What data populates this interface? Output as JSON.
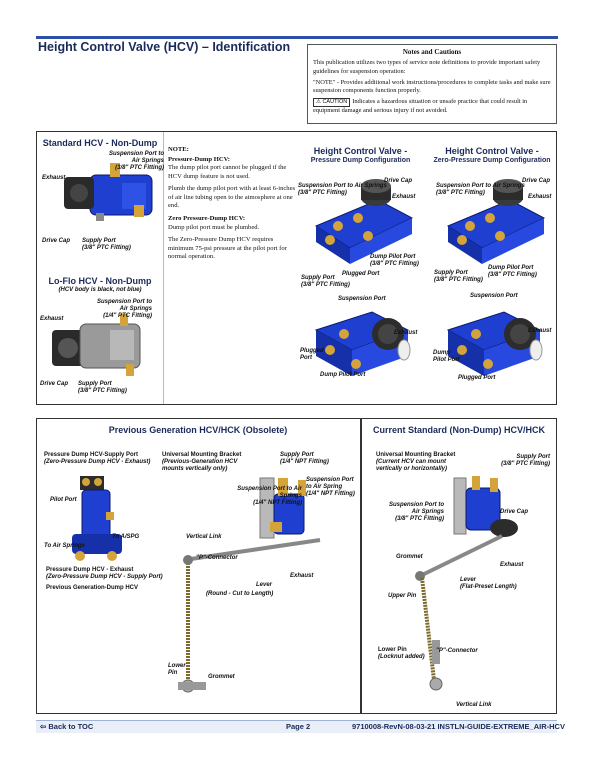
{
  "page_title": "Height Control Valve (HCV) – Identification",
  "notes": {
    "heading": "Notes and Cautions",
    "intro": "This publication utilizes two types of service note definitions to provide important safety guidelines for suspension operation:",
    "note_line": "\"NOTE\" - Provides additional work instructions/procedures to complete tasks and make sure suspension components function properly.",
    "caution_tag": "⚠ CAUTION",
    "caution_line": "Indicates a hazardous situation or unsafe practice that could result in equipment damage and serious injury if not avoided."
  },
  "standard_hcv": {
    "heading": "Standard HCV - Non-Dump",
    "exhaust": "Exhaust",
    "susp_port": "Suspension Port to Air Springs",
    "susp_fit": "(3/8\" PTC Fitting)",
    "drive_cap": "Drive Cap",
    "supply_port": "Supply Port",
    "supply_fit": "(3/8\" PTC Fitting)"
  },
  "lofio_hcv": {
    "heading": "Lo-Flo HCV - Non-Dump",
    "subheading": "(HCV body is black, not blue)",
    "exhaust": "Exhaust",
    "susp_port": "Suspension Port to Air Springs",
    "susp_fit": "(1/4\" PTC Fitting)",
    "drive_cap": "Drive Cap",
    "supply_port": "Supply Port",
    "supply_fit": "(3/8\" PTC Fitting)"
  },
  "note_block": {
    "label": "NOTE:",
    "p1_title": "Pressure-Dump HCV:",
    "p1_text": "The dump pilot port cannot be plugged if the HCV dump feature is not used.",
    "p2_text": "Plumb the dump pilot port with at least 6-inches of air line tubing open to the atmosphere at one end.",
    "p3_title": "Zero Pressure-Dump HCV:",
    "p3_text": "Dump pilot port must be plumbed.",
    "p4_text": "The Zero-Pressure Dump HCV requires minimum 75-psi pressure at the pilot port for normal operation."
  },
  "pressure_dump": {
    "heading": "Height Control Valve -",
    "subheading": "Pressure Dump Configuration",
    "susp_port": "Suspension Port to Air Springs",
    "susp_fit": "(3/8\" PTC Fitting)",
    "drive_cap": "Drive Cap",
    "exhaust": "Exhaust",
    "dump_pilot": "Dump Pilot Port",
    "dump_fit": "(3/8\" PTC Fitting)",
    "plugged_port": "Plugged Port",
    "supply_port": "Supply Port",
    "supply_fit": "(3/8\" PTC Fitting)",
    "susp_port2": "Suspension Port",
    "exhaust2": "Exhaust",
    "plugged_port2": "Plugged Port",
    "dump_pilot2": "Dump Pilot Port"
  },
  "zero_dump": {
    "heading": "Height Control Valve -",
    "subheading": "Zero-Pressure Dump Configuration",
    "susp_port": "Suspension Port to Air Springs",
    "susp_fit": "(3/8\" PTC Fitting)",
    "drive_cap": "Drive Cap",
    "exhaust": "Exhaust",
    "dump_pilot": "Dump Pilot Port",
    "dump_fit": "(3/8\" PTC Fitting)",
    "supply_port": "Supply Port",
    "supply_fit": "(3/8\" PTC Fitting)",
    "susp_port2": "Suspension Port",
    "exhaust2": "Exhaust",
    "dump_pilot2": "Dump Pilot Port",
    "plugged_port2": "Plugged Port"
  },
  "prev_gen": {
    "heading": "Previous Generation HCV/HCK (Obsolete)",
    "pd_supply": "Pressure Dump HCV-Supply Port",
    "pd_supply_sub": "(Zero-Pressure Dump HCV - Exhaust)",
    "pilot_port": "Pilot Port",
    "to_apsg": "To A/SPG",
    "to_air_springs": "To Air Springs",
    "pd_exhaust": "Pressure Dump HCV - Exhaust",
    "pd_exhaust_sub": "(Zero-Pressure Dump HCV - Supply Port)",
    "caption": "Previous Generation-Dump HCV",
    "umb": "Universal Mounting Bracket",
    "umb_sub": "(Previous-Generation HCV mounts vertically only)",
    "susp_port": "Suspension Port to Air Springs",
    "susp_fit": "(1/4\" NPT Fitting)",
    "supply_port": "Supply Port",
    "supply_fit": "(1/4\" NPT Fitting)",
    "susp_port_r": "Suspension Port to Air Spring",
    "susp_fit_r": "(1/4\" NPT Fitting)",
    "vertical_link": "Vertical Link",
    "p_connector": "\"P\"-Connector",
    "exhaust": "Exhaust",
    "lever": "Lever",
    "lever_sub": "(Round - Cut to Length)",
    "lower_pin": "Lower Pin",
    "grommet": "Grommet"
  },
  "current": {
    "heading": "Current Standard (Non-Dump) HCV/HCK",
    "umb": "Universal Mounting Bracket",
    "umb_sub": "(Current HCV can mount vertically or horizontally)",
    "supply_port": "Supply Port",
    "supply_fit": "(3/8\" PTC Fitting)",
    "susp_port": "Suspension Port to Air Springs",
    "susp_fit": "(3/8\" PTC Fitting)",
    "drive_cap": "Drive Cap",
    "grommet": "Grommet",
    "exhaust": "Exhaust",
    "lever": "Lever",
    "lever_sub": "(Flat-Preset Length)",
    "upper_pin": "Upper Pin",
    "lower_pin": "Lower Pin",
    "lower_pin_sub": "(Locknut added)",
    "p_connector": "\"P\"-Connector",
    "vertical_link": "Vertical Link"
  },
  "footer": {
    "back": "Back to TOC",
    "page": "Page 2",
    "doc": "9710008-RevN-08-03-21 INSTLN-GUIDE-EXTREME_AIR-HCV"
  },
  "colors": {
    "valve_blue": "#1f3fd1",
    "brass": "#d4a43a",
    "heading_navy": "#1a2a5a",
    "rule_blue": "#2e4fa8"
  }
}
